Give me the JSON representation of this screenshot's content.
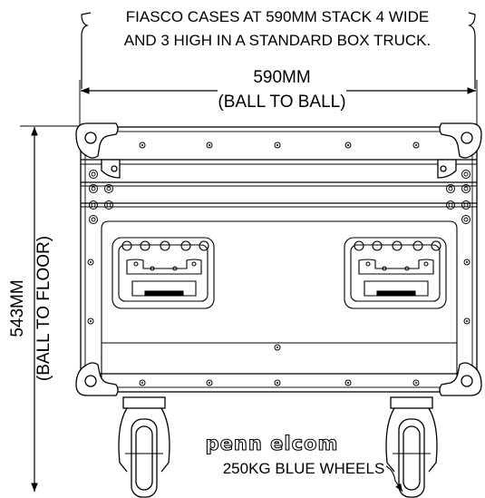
{
  "note": {
    "line1": "FIASCO CASES AT 590MM STACK 4 WIDE",
    "line2": "AND 3 HIGH IN A STANDARD BOX TRUCK."
  },
  "width_dimension": {
    "value": "590MM",
    "qualifier": "(BALL TO BALL)"
  },
  "height_dimension": {
    "value": "543MM",
    "qualifier": "(BALL TO FLOOR)"
  },
  "brand": "penn elcom",
  "wheels_label": "250KG BLUE WHEELS"
}
